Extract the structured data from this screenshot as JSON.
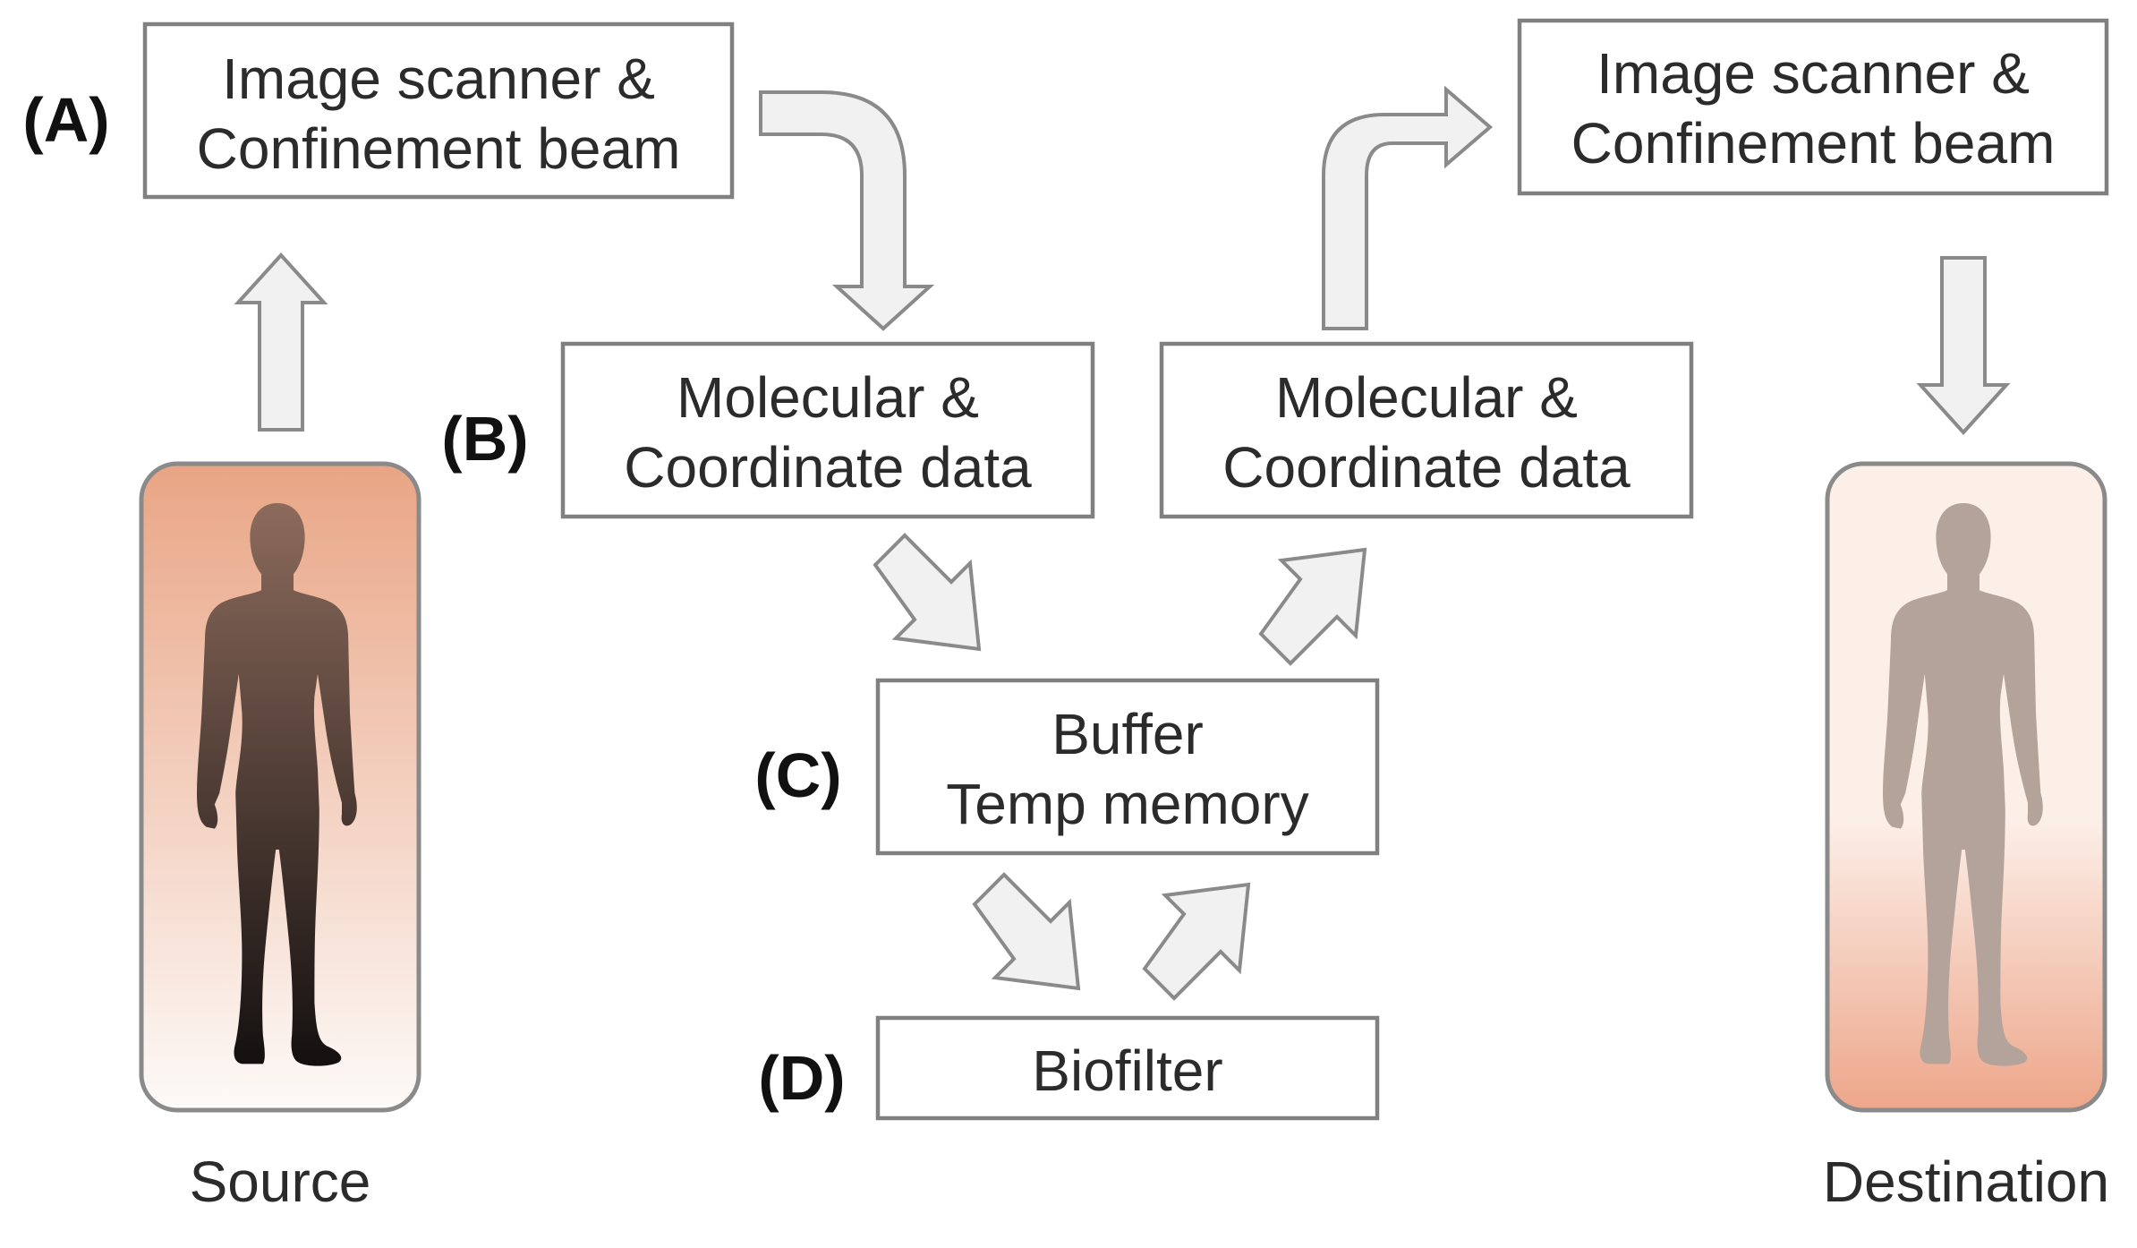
{
  "steps": {
    "a": {
      "label": "(A)",
      "source_box": [
        "Image scanner &",
        "Confinement beam"
      ],
      "destination_box": [
        "Image scanner &",
        "Confinement beam"
      ]
    },
    "b": {
      "label": "(B)",
      "source_box": [
        "Molecular &",
        "Coordinate data"
      ],
      "destination_box": [
        "Molecular &",
        "Coordinate data"
      ]
    },
    "c": {
      "label": "(C)",
      "box": [
        "Buffer",
        "Temp memory"
      ]
    },
    "d": {
      "label": "(D)",
      "box": [
        "Biofilter"
      ]
    }
  },
  "source": {
    "caption": "Source",
    "gradient_top": "#e9a585",
    "gradient_bottom": "#fdfaf8",
    "figure_top": "#8c6b5c",
    "figure_bottom": "#141010"
  },
  "destination": {
    "caption": "Destination",
    "gradient_top": "#fcefe8",
    "gradient_bottom": "#eda68a",
    "figure_color": "#b4a39b"
  },
  "colors": {
    "arrow_fill": "#f1f1f1",
    "arrow_stroke": "#8a8a8a",
    "box_stroke": "#808080"
  }
}
